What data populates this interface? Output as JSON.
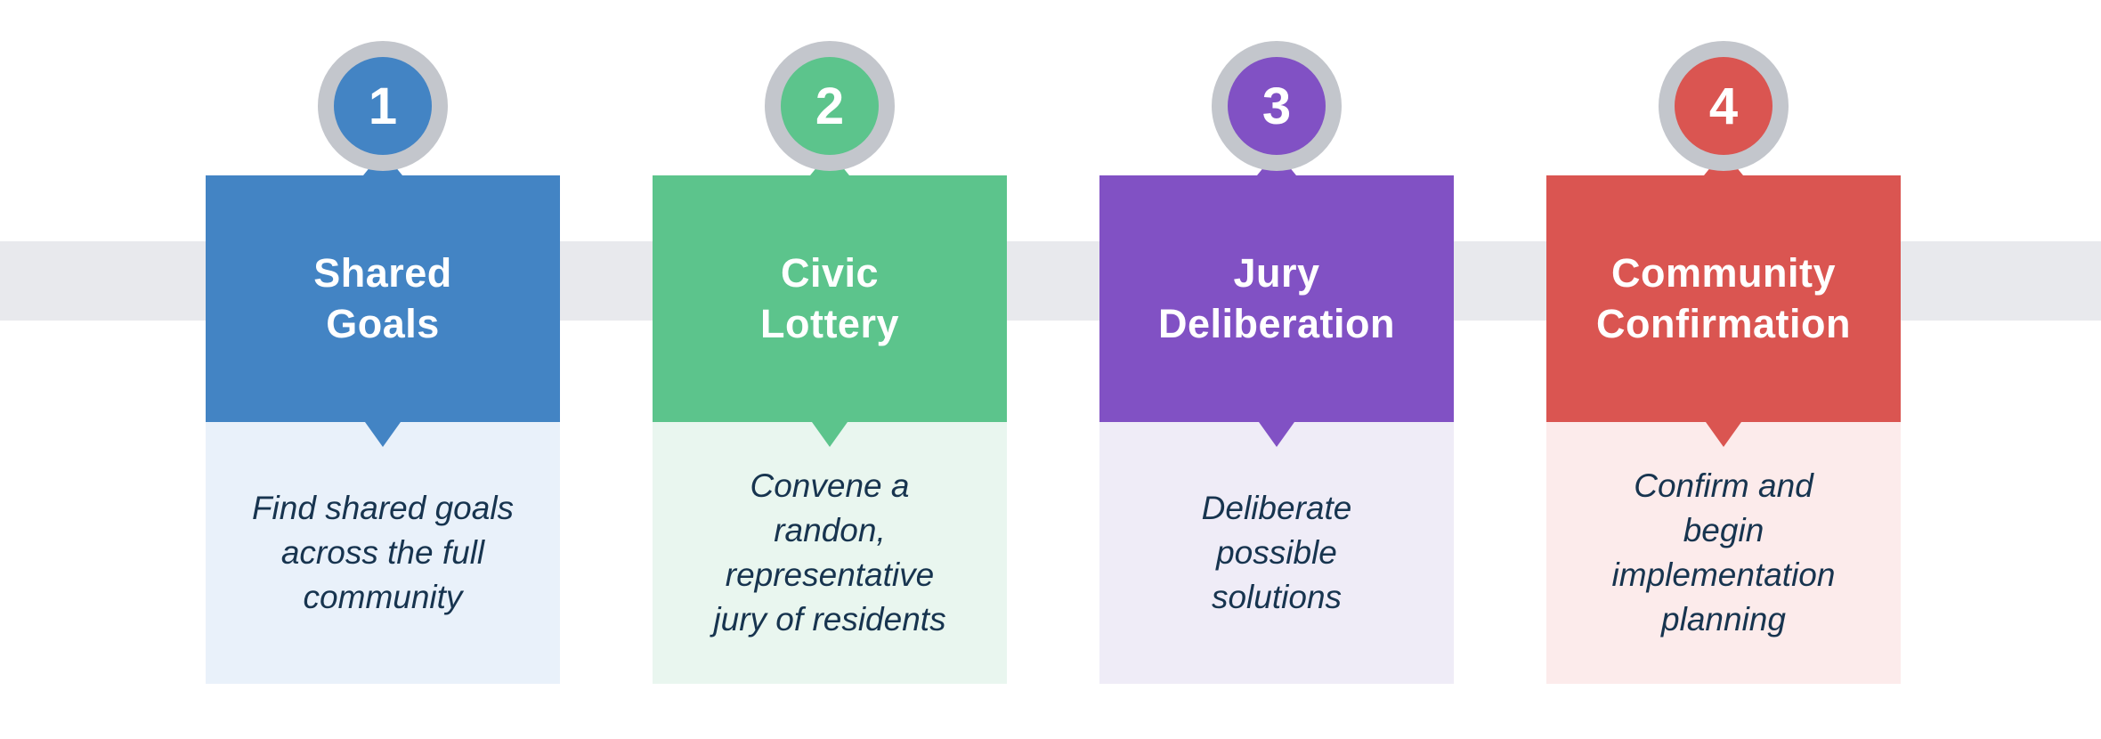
{
  "diagram": {
    "type": "process-timeline",
    "band_color": "#e8e9ed",
    "ring_color": "#c3c6cc",
    "description_text_color": "#17344f",
    "title_text_color": "#ffffff",
    "steps": [
      {
        "number": "1",
        "title": "Shared\nGoals",
        "description": "Find shared goals\nacross the full\ncommunity",
        "color": "#4384c4",
        "tint": "#e9f1fa"
      },
      {
        "number": "2",
        "title": "Civic\nLottery",
        "description": "Convene a\nrandon,\nrepresentative\njury of residents",
        "color": "#5cc48c",
        "tint": "#e9f6ef"
      },
      {
        "number": "3",
        "title": "Jury\nDeliberation",
        "description": "Deliberate\npossible\nsolutions",
        "color": "#8151c4",
        "tint": "#efecf7"
      },
      {
        "number": "4",
        "title": "Community\nConfirmation",
        "description": "Confirm and\nbegin\nimplementation\nplanning",
        "color": "#da5551",
        "tint": "#fcebeb"
      }
    ]
  }
}
